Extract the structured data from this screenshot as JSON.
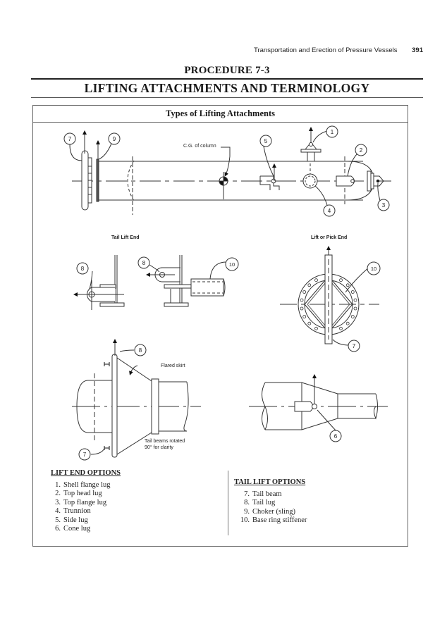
{
  "running_head": {
    "title": "Transportation and Erection of Pressure Vessels",
    "page_number": "391"
  },
  "procedure": "PROCEDURE 7-3",
  "title": "LIFTING ATTACHMENTS AND TERMINOLOGY",
  "figure": {
    "heading": "Types of Lifting Attachments",
    "labels": {
      "cg": "C.G. of column",
      "tail_lift_end": "Tail Lift End",
      "lift_or_pick_end": "Lift or Pick End",
      "flared_skirt": "Flared skirt",
      "tail_beams_note_1": "Tail beams rotated",
      "tail_beams_note_2": "90° for clarity"
    },
    "callouts": [
      "1",
      "2",
      "3",
      "4",
      "5",
      "6",
      "7",
      "8",
      "9",
      "10"
    ]
  },
  "lift_end_options": {
    "heading": "LIFT END OPTIONS",
    "items": [
      {
        "num": "1.",
        "label": "Shell flange lug"
      },
      {
        "num": "2.",
        "label": "Top head lug"
      },
      {
        "num": "3.",
        "label": "Top flange lug"
      },
      {
        "num": "4.",
        "label": "Trunnion"
      },
      {
        "num": "5.",
        "label": "Side lug"
      },
      {
        "num": "6.",
        "label": "Cone lug"
      }
    ]
  },
  "tail_lift_options": {
    "heading": "TAIL LIFT OPTIONS",
    "items": [
      {
        "num": "7.",
        "label": "Tail beam"
      },
      {
        "num": "8.",
        "label": "Tail lug"
      },
      {
        "num": "9.",
        "label": "Choker (sling)"
      },
      {
        "num": "10.",
        "label": "Base ring stiffener"
      }
    ]
  }
}
